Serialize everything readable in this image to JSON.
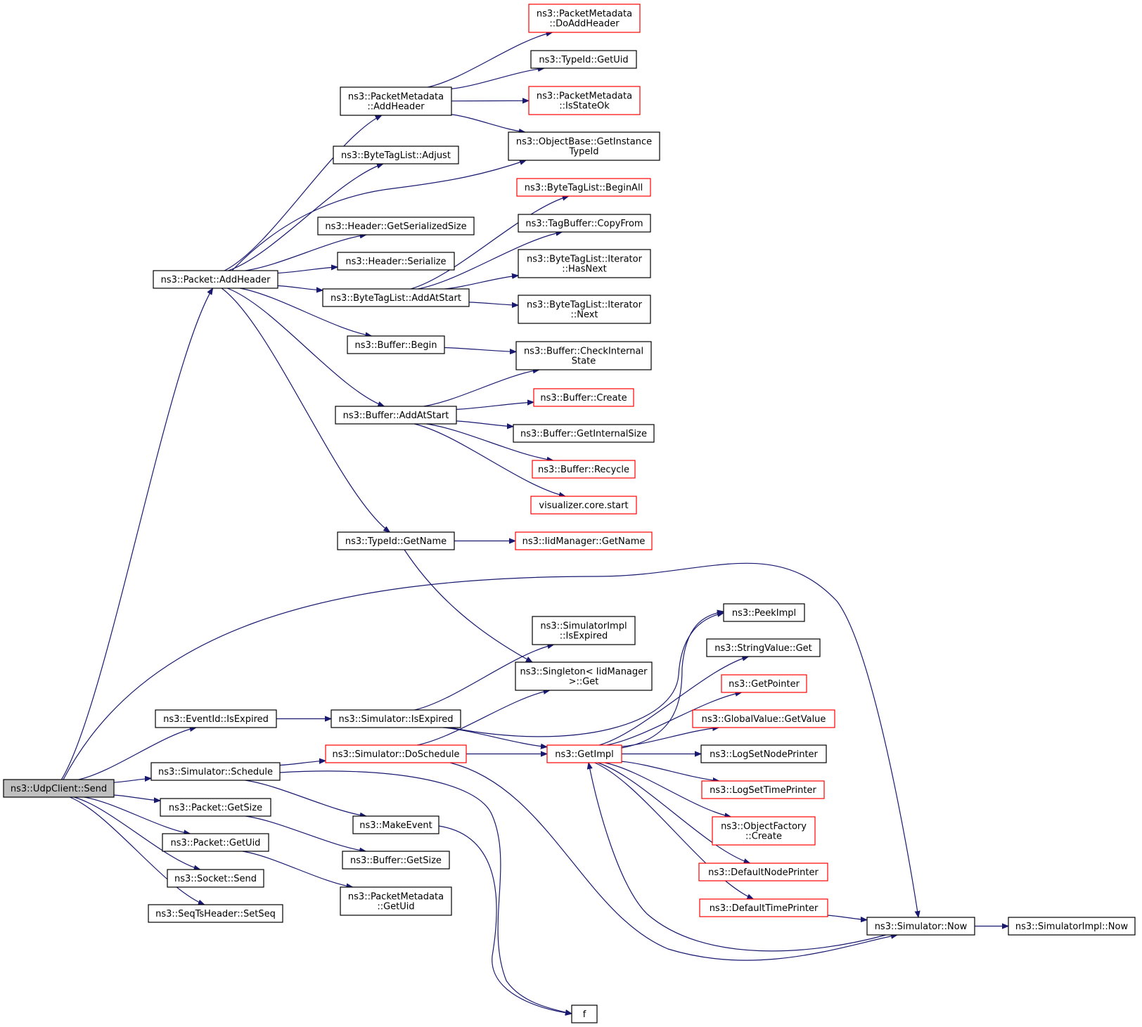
{
  "colors": {
    "edge": "#191970",
    "border_normal": "#000000",
    "border_truncated": "#ff0000",
    "root_fill": "#bfbfbf",
    "node_fill": "#ffffff"
  },
  "nodes": [
    {
      "id": "udpclient_send",
      "lines": [
        "ns3::UdpClient::Send"
      ],
      "style": "root"
    },
    {
      "id": "packet_addheader",
      "lines": [
        "ns3::Packet::AddHeader"
      ],
      "style": "normal"
    },
    {
      "id": "eventid_isexpired",
      "lines": [
        "ns3::EventId::IsExpired"
      ],
      "style": "normal"
    },
    {
      "id": "simulator_schedule",
      "lines": [
        "ns3::Simulator::Schedule"
      ],
      "style": "normal"
    },
    {
      "id": "packet_getsize",
      "lines": [
        "ns3::Packet::GetSize"
      ],
      "style": "normal"
    },
    {
      "id": "packet_getuid",
      "lines": [
        "ns3::Packet::GetUid"
      ],
      "style": "normal"
    },
    {
      "id": "socket_send",
      "lines": [
        "ns3::Socket::Send"
      ],
      "style": "normal"
    },
    {
      "id": "seqtsheader_setseq",
      "lines": [
        "ns3::SeqTsHeader::SetSeq"
      ],
      "style": "normal"
    },
    {
      "id": "pm_addheader",
      "lines": [
        "ns3::PacketMetadata",
        "::AddHeader"
      ],
      "style": "normal"
    },
    {
      "id": "btl_adjust",
      "lines": [
        "ns3::ByteTagList::Adjust"
      ],
      "style": "normal"
    },
    {
      "id": "header_getserializedsize",
      "lines": [
        "ns3::Header::GetSerializedSize"
      ],
      "style": "normal"
    },
    {
      "id": "header_serialize",
      "lines": [
        "ns3::Header::Serialize"
      ],
      "style": "normal"
    },
    {
      "id": "btl_addatstart",
      "lines": [
        "ns3::ByteTagList::AddAtStart"
      ],
      "style": "normal"
    },
    {
      "id": "buffer_begin",
      "lines": [
        "ns3::Buffer::Begin"
      ],
      "style": "normal"
    },
    {
      "id": "buffer_addatstart",
      "lines": [
        "ns3::Buffer::AddAtStart"
      ],
      "style": "normal"
    },
    {
      "id": "typeid_getname",
      "lines": [
        "ns3::TypeId::GetName"
      ],
      "style": "normal"
    },
    {
      "id": "simulator_isexpired",
      "lines": [
        "ns3::Simulator::IsExpired"
      ],
      "style": "normal"
    },
    {
      "id": "simulator_doschedule",
      "lines": [
        "ns3::Simulator::DoSchedule"
      ],
      "style": "truncated"
    },
    {
      "id": "makeevent",
      "lines": [
        "ns3::MakeEvent"
      ],
      "style": "normal"
    },
    {
      "id": "buffer_getsize",
      "lines": [
        "ns3::Buffer::GetSize"
      ],
      "style": "normal"
    },
    {
      "id": "pm_getuid",
      "lines": [
        "ns3::PacketMetadata",
        "::GetUid"
      ],
      "style": "normal"
    },
    {
      "id": "pm_doaddheader",
      "lines": [
        "ns3::PacketMetadata",
        "::DoAddHeader"
      ],
      "style": "truncated"
    },
    {
      "id": "typeid_getuid",
      "lines": [
        "ns3::TypeId::GetUid"
      ],
      "style": "normal"
    },
    {
      "id": "pm_isstateok",
      "lines": [
        "ns3::PacketMetadata",
        "::IsStateOk"
      ],
      "style": "truncated"
    },
    {
      "id": "objectbase_getinstancetypeid",
      "lines": [
        "ns3::ObjectBase::GetInstance",
        "TypeId"
      ],
      "style": "normal"
    },
    {
      "id": "btl_beginall",
      "lines": [
        "ns3::ByteTagList::BeginAll"
      ],
      "style": "truncated"
    },
    {
      "id": "tagbuffer_copyfrom",
      "lines": [
        "ns3::TagBuffer::CopyFrom"
      ],
      "style": "normal"
    },
    {
      "id": "btl_iter_hasnext",
      "lines": [
        "ns3::ByteTagList::Iterator",
        "::HasNext"
      ],
      "style": "normal"
    },
    {
      "id": "btl_iter_next",
      "lines": [
        "ns3::ByteTagList::Iterator",
        "::Next"
      ],
      "style": "normal"
    },
    {
      "id": "buffer_checkinternalstate",
      "lines": [
        "ns3::Buffer::CheckInternal",
        "State"
      ],
      "style": "normal"
    },
    {
      "id": "buffer_create",
      "lines": [
        "ns3::Buffer::Create"
      ],
      "style": "truncated"
    },
    {
      "id": "buffer_getinternalsize",
      "lines": [
        "ns3::Buffer::GetInternalSize"
      ],
      "style": "normal"
    },
    {
      "id": "buffer_recycle",
      "lines": [
        "ns3::Buffer::Recycle"
      ],
      "style": "truncated"
    },
    {
      "id": "visualizer_core_start",
      "lines": [
        "visualizer.core.start"
      ],
      "style": "truncated"
    },
    {
      "id": "iidmanager_getname",
      "lines": [
        "ns3::IidManager::GetName"
      ],
      "style": "truncated"
    },
    {
      "id": "simimpl_isexpired",
      "lines": [
        "ns3::SimulatorImpl",
        "::IsExpired"
      ],
      "style": "normal"
    },
    {
      "id": "singleton_get",
      "lines": [
        "ns3::Singleton< IidManager",
        " >::Get"
      ],
      "style": "normal"
    },
    {
      "id": "getimpl",
      "lines": [
        "ns3::GetImpl"
      ],
      "style": "truncated"
    },
    {
      "id": "f",
      "lines": [
        "f"
      ],
      "style": "normal"
    },
    {
      "id": "peekimpl",
      "lines": [
        "ns3::PeekImpl"
      ],
      "style": "normal"
    },
    {
      "id": "stringvalue_get",
      "lines": [
        "ns3::StringValue::Get"
      ],
      "style": "normal"
    },
    {
      "id": "getpointer",
      "lines": [
        "ns3::GetPointer"
      ],
      "style": "truncated"
    },
    {
      "id": "globalvalue_getvalue",
      "lines": [
        "ns3::GlobalValue::GetValue"
      ],
      "style": "truncated"
    },
    {
      "id": "logsetnodeprinter",
      "lines": [
        "ns3::LogSetNodePrinter"
      ],
      "style": "normal"
    },
    {
      "id": "logsettimeprinter",
      "lines": [
        "ns3::LogSetTimePrinter"
      ],
      "style": "truncated"
    },
    {
      "id": "objectfactory_create",
      "lines": [
        "ns3::ObjectFactory",
        "::Create"
      ],
      "style": "truncated"
    },
    {
      "id": "defaultnodeprinter",
      "lines": [
        "ns3::DefaultNodePrinter"
      ],
      "style": "truncated"
    },
    {
      "id": "defaulttimeprinter",
      "lines": [
        "ns3::DefaultTimePrinter"
      ],
      "style": "truncated"
    },
    {
      "id": "simulator_now",
      "lines": [
        "ns3::Simulator::Now"
      ],
      "style": "normal"
    },
    {
      "id": "simimpl_now",
      "lines": [
        "ns3::SimulatorImpl::Now"
      ],
      "style": "normal"
    }
  ],
  "edges": [
    [
      "udpclient_send",
      "packet_addheader"
    ],
    [
      "udpclient_send",
      "simulator_now"
    ],
    [
      "udpclient_send",
      "eventid_isexpired"
    ],
    [
      "udpclient_send",
      "simulator_schedule"
    ],
    [
      "udpclient_send",
      "packet_getsize"
    ],
    [
      "udpclient_send",
      "packet_getuid"
    ],
    [
      "udpclient_send",
      "socket_send"
    ],
    [
      "udpclient_send",
      "seqtsheader_setseq"
    ],
    [
      "packet_addheader",
      "pm_addheader"
    ],
    [
      "packet_addheader",
      "btl_adjust"
    ],
    [
      "packet_addheader",
      "objectbase_getinstancetypeid"
    ],
    [
      "packet_addheader",
      "header_getserializedsize"
    ],
    [
      "packet_addheader",
      "header_serialize"
    ],
    [
      "packet_addheader",
      "btl_addatstart"
    ],
    [
      "packet_addheader",
      "buffer_begin"
    ],
    [
      "packet_addheader",
      "buffer_addatstart"
    ],
    [
      "packet_addheader",
      "typeid_getname"
    ],
    [
      "pm_addheader",
      "pm_doaddheader"
    ],
    [
      "pm_addheader",
      "typeid_getuid"
    ],
    [
      "pm_addheader",
      "pm_isstateok"
    ],
    [
      "pm_addheader",
      "objectbase_getinstancetypeid"
    ],
    [
      "btl_addatstart",
      "btl_beginall"
    ],
    [
      "btl_addatstart",
      "tagbuffer_copyfrom"
    ],
    [
      "btl_addatstart",
      "btl_iter_hasnext"
    ],
    [
      "btl_addatstart",
      "btl_iter_next"
    ],
    [
      "buffer_begin",
      "buffer_checkinternalstate"
    ],
    [
      "buffer_addatstart",
      "buffer_checkinternalstate"
    ],
    [
      "buffer_addatstart",
      "buffer_create"
    ],
    [
      "buffer_addatstart",
      "buffer_getinternalsize"
    ],
    [
      "buffer_addatstart",
      "buffer_recycle"
    ],
    [
      "buffer_addatstart",
      "visualizer_core_start"
    ],
    [
      "typeid_getname",
      "iidmanager_getname"
    ],
    [
      "typeid_getname",
      "singleton_get"
    ],
    [
      "eventid_isexpired",
      "simulator_isexpired"
    ],
    [
      "simulator_isexpired",
      "simimpl_isexpired"
    ],
    [
      "simulator_isexpired",
      "getimpl"
    ],
    [
      "simulator_isexpired",
      "peekimpl"
    ],
    [
      "simulator_schedule",
      "simulator_doschedule"
    ],
    [
      "simulator_schedule",
      "makeevent"
    ],
    [
      "simulator_schedule",
      "f"
    ],
    [
      "simulator_doschedule",
      "singleton_get"
    ],
    [
      "simulator_doschedule",
      "getimpl"
    ],
    [
      "simulator_doschedule",
      "simulator_now"
    ],
    [
      "makeevent",
      "f"
    ],
    [
      "packet_getsize",
      "buffer_getsize"
    ],
    [
      "packet_getuid",
      "pm_getuid"
    ],
    [
      "getimpl",
      "peekimpl"
    ],
    [
      "getimpl",
      "stringvalue_get"
    ],
    [
      "getimpl",
      "getpointer"
    ],
    [
      "getimpl",
      "globalvalue_getvalue"
    ],
    [
      "getimpl",
      "logsetnodeprinter"
    ],
    [
      "getimpl",
      "logsettimeprinter"
    ],
    [
      "getimpl",
      "objectfactory_create"
    ],
    [
      "getimpl",
      "defaultnodeprinter"
    ],
    [
      "getimpl",
      "defaulttimeprinter"
    ],
    [
      "defaulttimeprinter",
      "simulator_now"
    ],
    [
      "simulator_now",
      "getimpl"
    ],
    [
      "simulator_now",
      "simimpl_now"
    ]
  ]
}
